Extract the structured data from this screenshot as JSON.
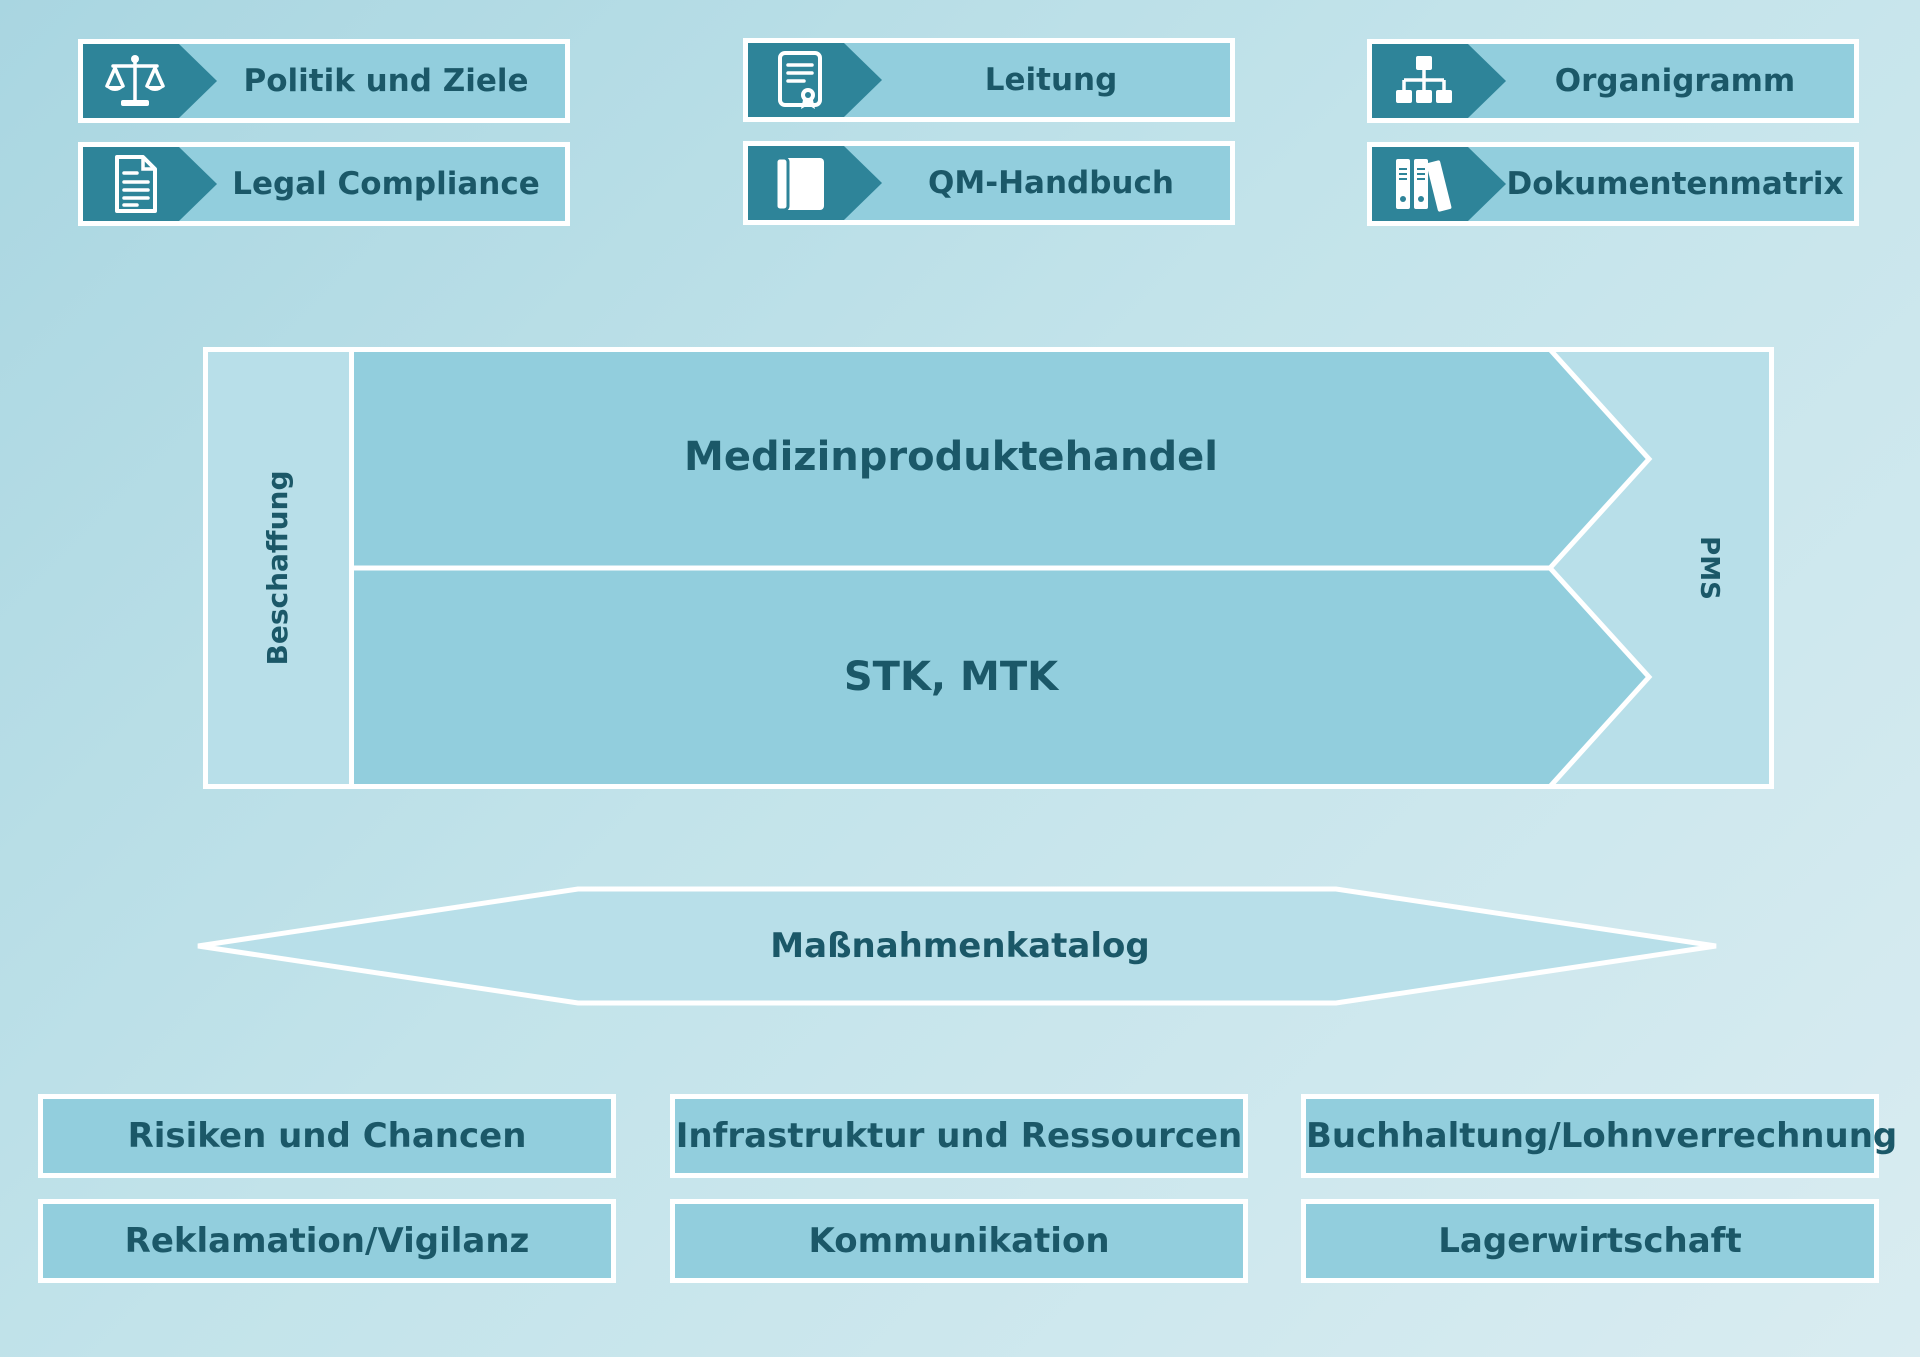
{
  "top_links": [
    {
      "label": "Politik und Ziele",
      "icon": "scales-icon"
    },
    {
      "label": "Leitung",
      "icon": "certificate-icon"
    },
    {
      "label": "Organigramm",
      "icon": "org-chart-icon"
    },
    {
      "label": "Legal Compliance",
      "icon": "document-icon"
    },
    {
      "label": "QM-Handbuch",
      "icon": "book-icon"
    },
    {
      "label": "Dokumentenmatrix",
      "icon": "binders-icon"
    }
  ],
  "process": {
    "left_label": "Beschaffung",
    "right_label": "PMS",
    "main_rows": [
      "Medizinproduktehandel",
      "STK, MTK"
    ]
  },
  "measures": {
    "label": "Maßnahmenkatalog"
  },
  "support_boxes": [
    "Risiken und Chancen",
    "Infrastruktur und Ressourcen",
    "Buchhaltung/Lohnverrechnung",
    "Reklamation/Vigilanz",
    "Kommunikation",
    "Lagerwirtschaft"
  ],
  "colors": {
    "background": "#c2e3ea",
    "box_fill": "#92cedd",
    "light_fill": "#b8dfe9",
    "icon_tab": "#2e8499",
    "text": "#1b5868",
    "border": "#ffffff"
  }
}
